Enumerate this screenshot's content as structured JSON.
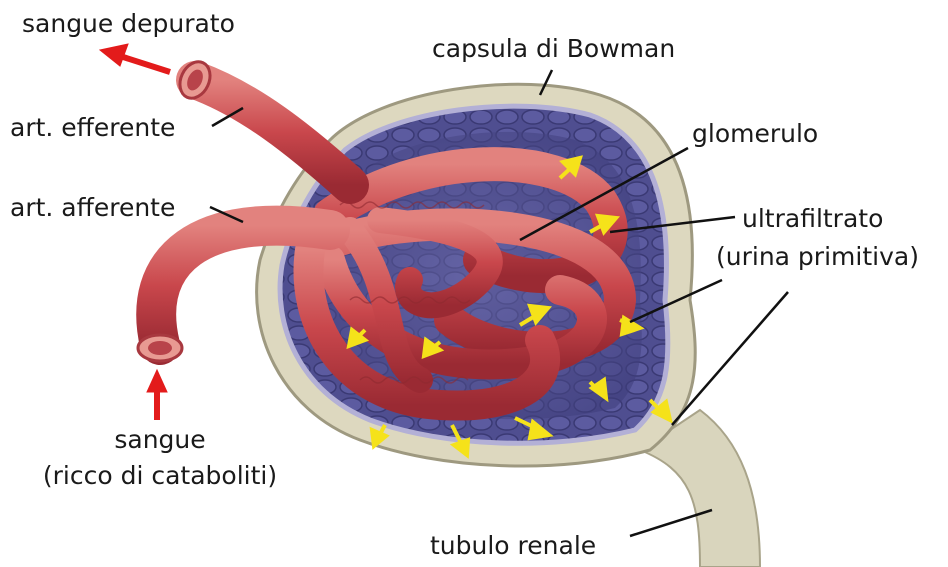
{
  "labels": {
    "sangue_depurato": "sangue depurato",
    "capsula": "capsula di Bowman",
    "art_efferente": "art. efferente",
    "glomerulo": "glomerulo",
    "art_afferente": "art. afferente",
    "ultrafiltrato_1": "ultrafiltrato",
    "ultrafiltrato_2": "(urina primitiva)",
    "sangue_1": "sangue",
    "sangue_2": "(ricco di cataboliti)",
    "tubulo": "tubulo renale"
  },
  "colors": {
    "vessel": "#c9474c",
    "vessel_light": "#e38a85",
    "capsule_outer": "#e0dcc4",
    "capsule_inner": "#4b4a8c",
    "flow_arrow": "#e31b1b",
    "filtrate_arrow": "#f5e21a"
  }
}
